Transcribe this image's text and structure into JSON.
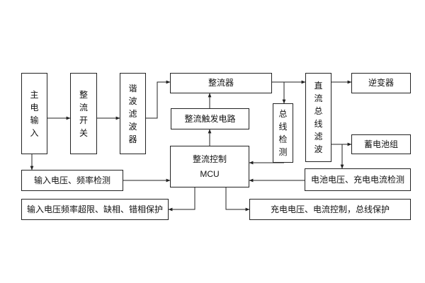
{
  "blocks": {
    "main_input": "主电输入",
    "rectifier_switch": "整流开关",
    "harmonic_filter": "谐波滤波器",
    "rectifier": "整流器",
    "trigger_circuit": "整流触发电路",
    "bus_detect": "总线检测",
    "dc_bus_filter": "直流总线滤波",
    "inverter": "逆变器",
    "battery_pack": "蓄电池组",
    "mcu_title": "整流控制",
    "mcu_sub": "MCU",
    "input_detect": "输入电压、频率检测",
    "battery_detect": "电池电压、充电电流检测",
    "protection": "输入电压频率超限、缺相、错相保护",
    "charge_control": "充电电压、电流控制，总线保护"
  },
  "colors": {
    "line": "#222222",
    "background": "#ffffff"
  }
}
